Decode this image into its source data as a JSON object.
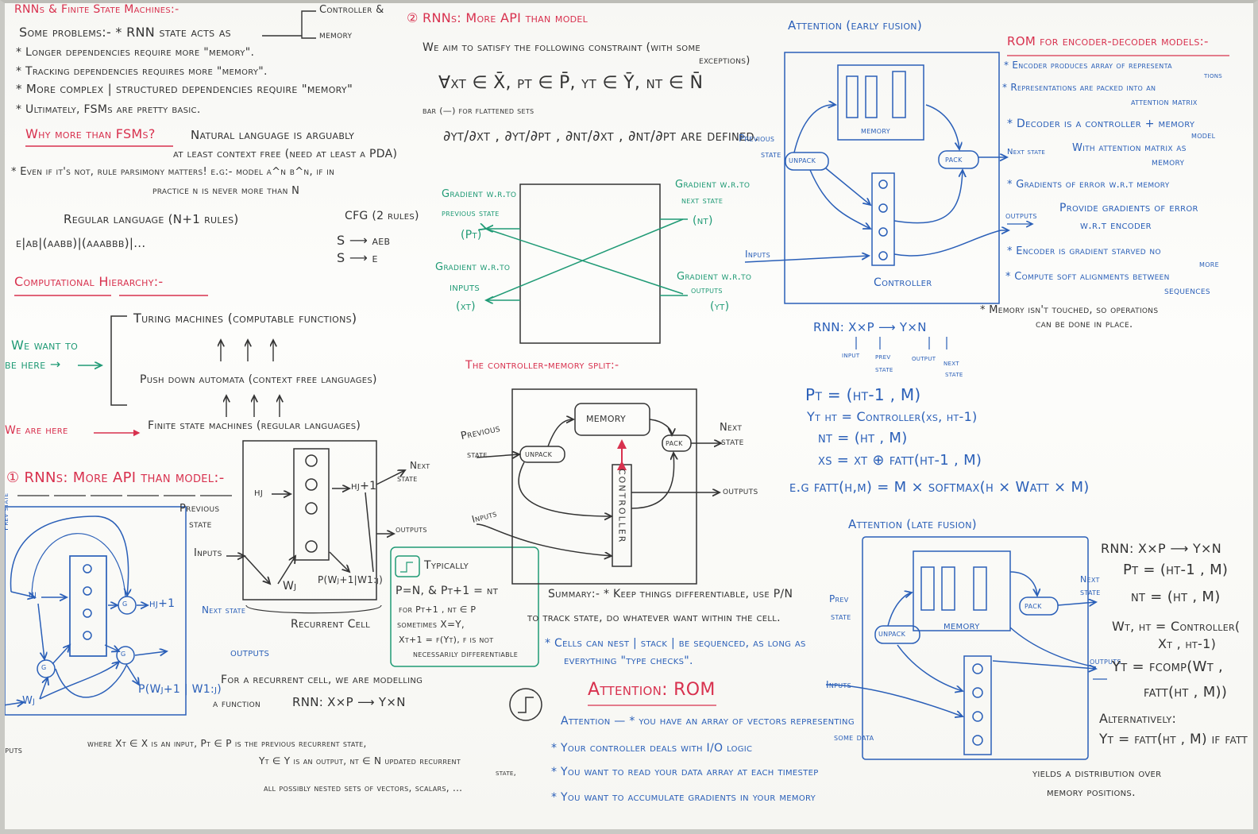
{
  "colors": {
    "black": "#333333",
    "red": "#d8314e",
    "blue": "#2a5fb8",
    "green": "#1f9a75",
    "board": "#fbfbf9"
  },
  "top_left": {
    "title": "RNNs & Finite State Machines:-",
    "controller": "Controller &",
    "memory": "memory",
    "lines": [
      "Some problems:- * RNN state acts as",
      "* Longer dependencies require more \"memory\".",
      "* Tracking dependencies requires more \"memory\".",
      "* More complex | structured dependencies require \"memory\"",
      "* Ultimately, FSMs are pretty basic."
    ],
    "why_title": "Why more than FSMs?",
    "why_lines": [
      "Natural language is arguably",
      "at least context free (need at least a PDA)",
      "* Even if it's not, rule parsimony matters! e.g:- model a^n b^n, if in",
      "practice n is never more than N"
    ],
    "regular": "Regular language (N+1 rules)",
    "regular_expr": "ϵ|ab|(aabb)|(aaabbb)|...",
    "cfg": "CFG (2 rules)",
    "cfg1": "S ⟶ aϵb",
    "cfg2": "S ⟶ ϵ",
    "hierarchy": "Computational  Hierarchy:-",
    "turing": "Turing machines (computable functions)",
    "pda": "Push down automata (context free languages)",
    "fsm": "Finite state machines (regular languages)",
    "want": "We want to",
    "be_here": "be here →",
    "are_here": "We are here"
  },
  "rnn1": {
    "title": "① RNNs: More API than model:-",
    "prev_state": "Prev state",
    "inputs": "nputs",
    "hj": "hj",
    "wj": "Wj",
    "g": "g",
    "hj1": "hj+1",
    "next_state": "Next state",
    "outputs": "outputs",
    "pw": "P(Wj+1 | W1:j)",
    "rc_previous": "Previous",
    "rc_state": "state",
    "rc_inputs": "Inputs",
    "rc_hj": "hj",
    "rc_hj1": "hj+1",
    "rc_wj": "Wj",
    "rc_pw": "P(Wj+1|W1:j)",
    "rc_next": "Next",
    "rc_next2": "state",
    "rc_outputs": "outputs",
    "recurrent_cell": "Recurrent Cell",
    "typically": "Typically",
    "typ_lines": [
      "P=N, & Pt+1 = nt",
      "for Pt+1 , nt ∈ P",
      "sometimes X=Y,",
      "Xt+1 = f(Yt), f is not",
      "necessarily differentiable"
    ],
    "for_a": "For a recurrent cell, we are modelling",
    "function": "a function",
    "rnn_sig": "RNN: X×P ⟶ Y×N",
    "where1": "where Xt ∈ X is an input, Pt ∈ P is the previous recurrent state,",
    "where2": "Yt ∈ Y is an output, nt ∈ N updated recurrent",
    "state": "state,",
    "where3": "all possibly nested sets of vectors, scalars, ..."
  },
  "rnn2": {
    "title": "② RNNs: More API than model",
    "aim": "We aim to satisfy the following constraint (with some",
    "exceptions": "exceptions)",
    "forall": "∀xt ∈ X̄, pt ∈ P̄, yt ∈ Ȳ, nt ∈ N̄",
    "bar": "bar (—) for flattened sets",
    "derivs": "∂yt/∂xt ,  ∂yt/∂pt ,  ∂nt/∂xt ,  ∂nt/∂pt  are defined.",
    "grad_prev": "Gradient w.r.to",
    "grad_prev2": "previous state",
    "pt": "(Pt)",
    "grad_next": "Gradient w.r.to",
    "grad_next2": "next state",
    "nt": "(nt)",
    "grad_in": "Gradient w.r.to",
    "grad_in2": "inputs",
    "xt": "(xt)",
    "grad_out": "Gradient w.r.to",
    "grad_out2": "outputs",
    "yt": "(yt)"
  },
  "split": {
    "title": "The controller-memory split:-",
    "previous": "Previous",
    "state": "state",
    "inputs": "Inputs",
    "unpack": "unpack",
    "memory": "memory",
    "pack": "pack",
    "next": "Next",
    "next2": "state",
    "outputs": "outputs",
    "controller": "CONTROLLER"
  },
  "summary": {
    "line1": "Summary:- * Keep things differentiable, use P/N",
    "line2": "to track state, do whatever want within the cell.",
    "line3": "* Cells can nest | stack | be sequenced, as long as",
    "line4": "everything \"type checks\"."
  },
  "attention_rom": {
    "title": "Attention: ROM",
    "line1": "Attention — * you have an array of vectors representing",
    "line1b": "some data",
    "line2": "* Your controller deals with I/O logic",
    "line3": "* You want to read your data array at each timestep",
    "line4": "* You want to accumulate gradients in your memory"
  },
  "early": {
    "title": "Attention (early fusion)",
    "memory": "memory",
    "previous": "Previous",
    "state": "state",
    "unpack": "unpack",
    "pack": "pack",
    "inputs": "Inputs",
    "controller": "Controller",
    "next_state": "Next state",
    "outputs": "outputs"
  },
  "rom_ed": {
    "title": "ROM for encoder-decoder models:-",
    "lines": [
      "* Encoder produces array of representa",
      "tions",
      "* Representations are packed into an",
      "attention matrix",
      "* Decoder is a controller + memory",
      "model",
      "With attention matrix as",
      "memory",
      "* Gradients of error w.r.t memory",
      "Provide gradients of error",
      "w.r.t encoder",
      "* Encoder is gradient starved no",
      "more",
      "* Compute soft alignments between",
      "sequences",
      "* Memory isn't touched, so operations",
      "can be done in place."
    ]
  },
  "rnn_formulas": {
    "sig": "RNN: X×P ⟶ Y×N",
    "input": "input",
    "prev": "prev",
    "prev_state": "state",
    "output": "output",
    "next": "next",
    "next_state": "state",
    "f1": "Pt = (ht-1 , M)",
    "f2": "Yt ht = Controller(xs, ht-1)",
    "f3": "nt = (ht , M)",
    "f4": "xs = xt ⊕ fatt(ht-1 , M)",
    "f5": "e.g fatt(h,m) = M × softmax(h × Watt × M)"
  },
  "late": {
    "title": "Attention (late fusion)",
    "memory": "memory",
    "prev": "Prev",
    "state": "state",
    "unpack": "unpack",
    "pack": "pack",
    "next": "Next",
    "next2": "state",
    "outputs": "outputs",
    "inputs": "Inputs",
    "r1": "RNN: X×P ⟶ Y×N",
    "r2": "Pt = (ht-1 , M)",
    "r3": "nt = (ht , M)",
    "r4": "Wt, ht = Controller(",
    "r4b": "Xt , ht-1)",
    "r5": "Yt = fcomp(Wt ,",
    "r5b": "fatt(ht , M))",
    "alt": "Alternatively:",
    "r6": "Yt = fatt(ht , M) if fatt",
    "yields": "yields a distribution over",
    "yields2": "memory positions."
  }
}
